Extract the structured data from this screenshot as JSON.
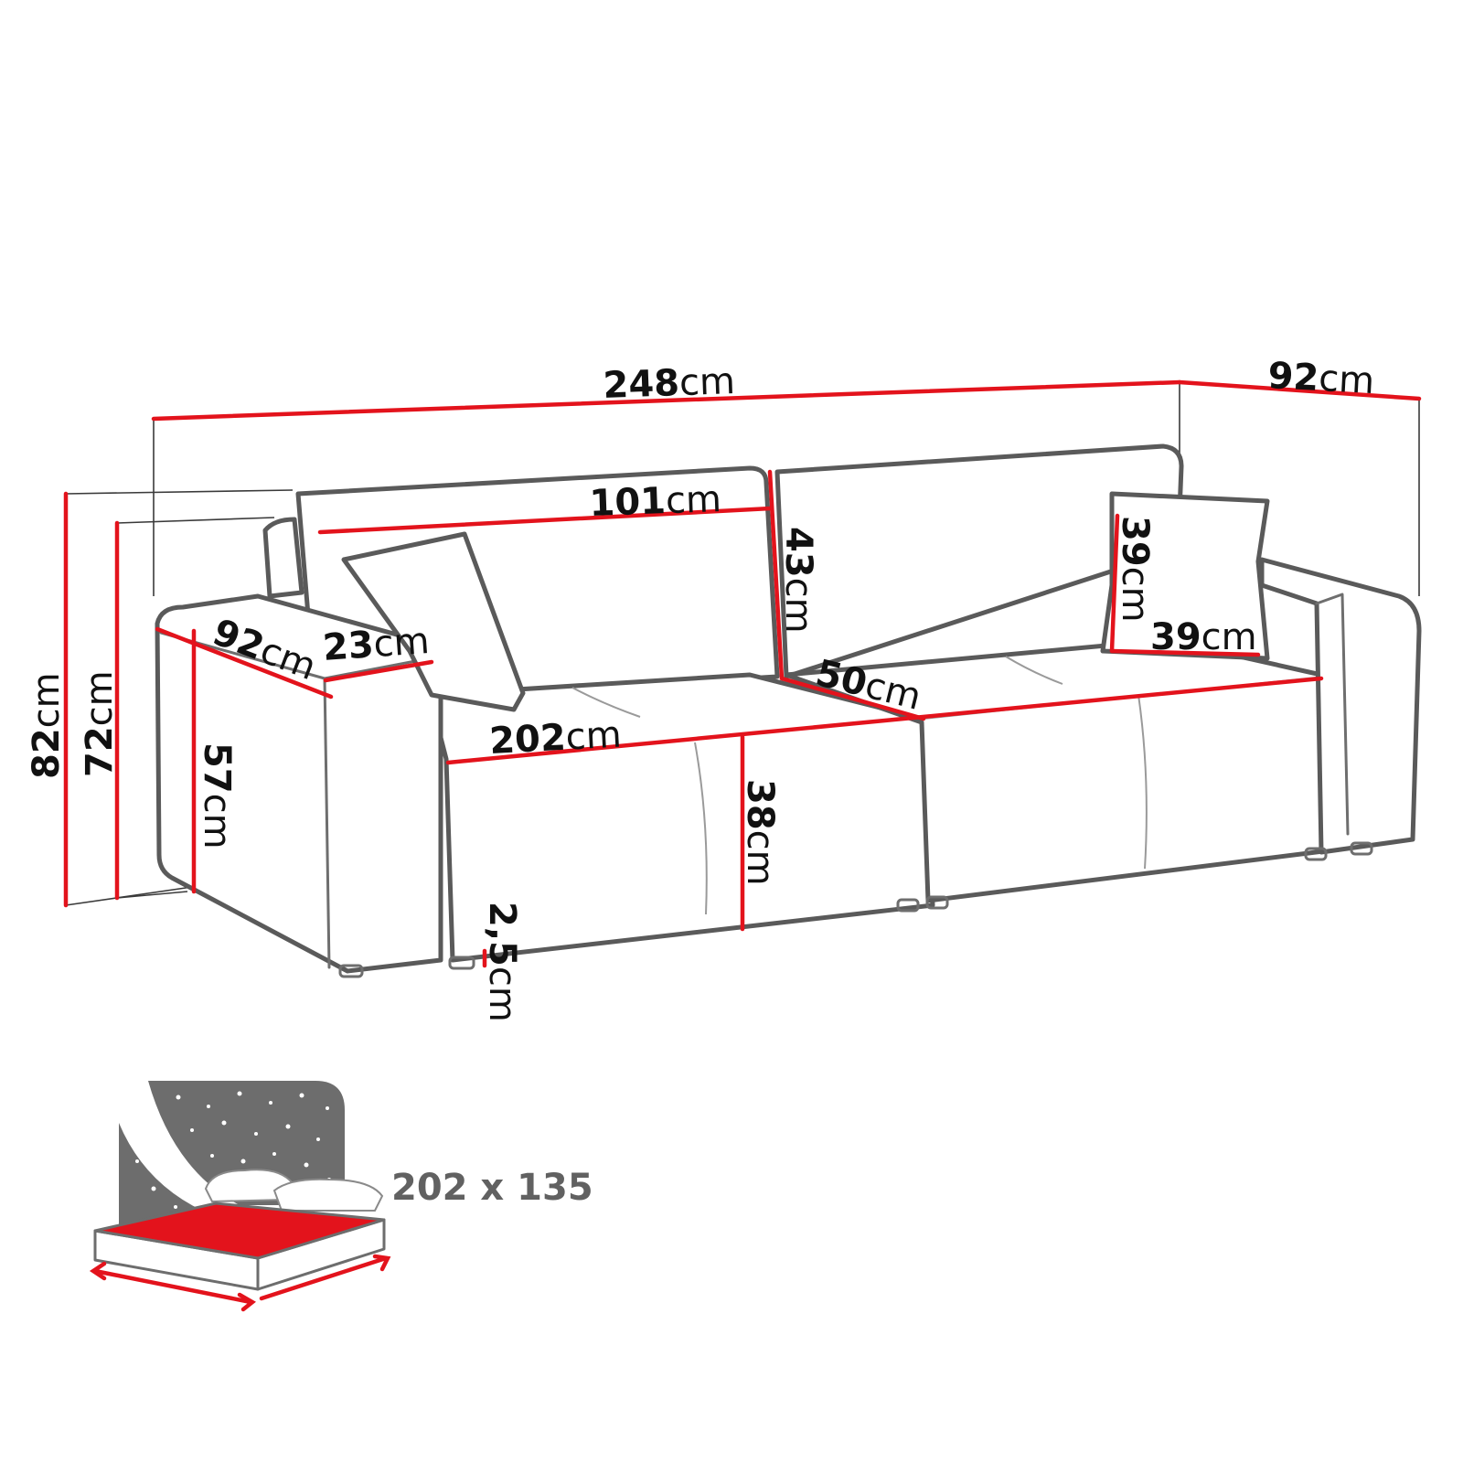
{
  "colors": {
    "dimension": "#e3131c",
    "outline": "#5a5a5a",
    "mattress": "#e3131c",
    "night": "#6d6d6d"
  },
  "dimensions": {
    "overall_width": {
      "num": "248",
      "unit": "cm"
    },
    "overall_depth": {
      "num": "92",
      "unit": "cm"
    },
    "cushion_width": {
      "num": "101",
      "unit": "cm"
    },
    "cushion_height": {
      "num": "43",
      "unit": "cm"
    },
    "pillow_height": {
      "num": "39",
      "unit": "cm"
    },
    "pillow_width": {
      "num": "39",
      "unit": "cm"
    },
    "armrest_depth": {
      "num": "92",
      "unit": "cm"
    },
    "armrest_width": {
      "num": "23",
      "unit": "cm"
    },
    "seat_width": {
      "num": "202",
      "unit": "cm"
    },
    "seat_depth": {
      "num": "50",
      "unit": "cm"
    },
    "total_height": {
      "num": "82",
      "unit": "cm"
    },
    "back_height": {
      "num": "72",
      "unit": "cm"
    },
    "arm_height": {
      "num": "57",
      "unit": "cm"
    },
    "seat_height": {
      "num": "38",
      "unit": "cm"
    },
    "leg_height": {
      "num": "2,5",
      "unit": "cm"
    }
  },
  "sleeping_area": {
    "label": "202 x 135",
    "icon": "bed-night-icon"
  }
}
